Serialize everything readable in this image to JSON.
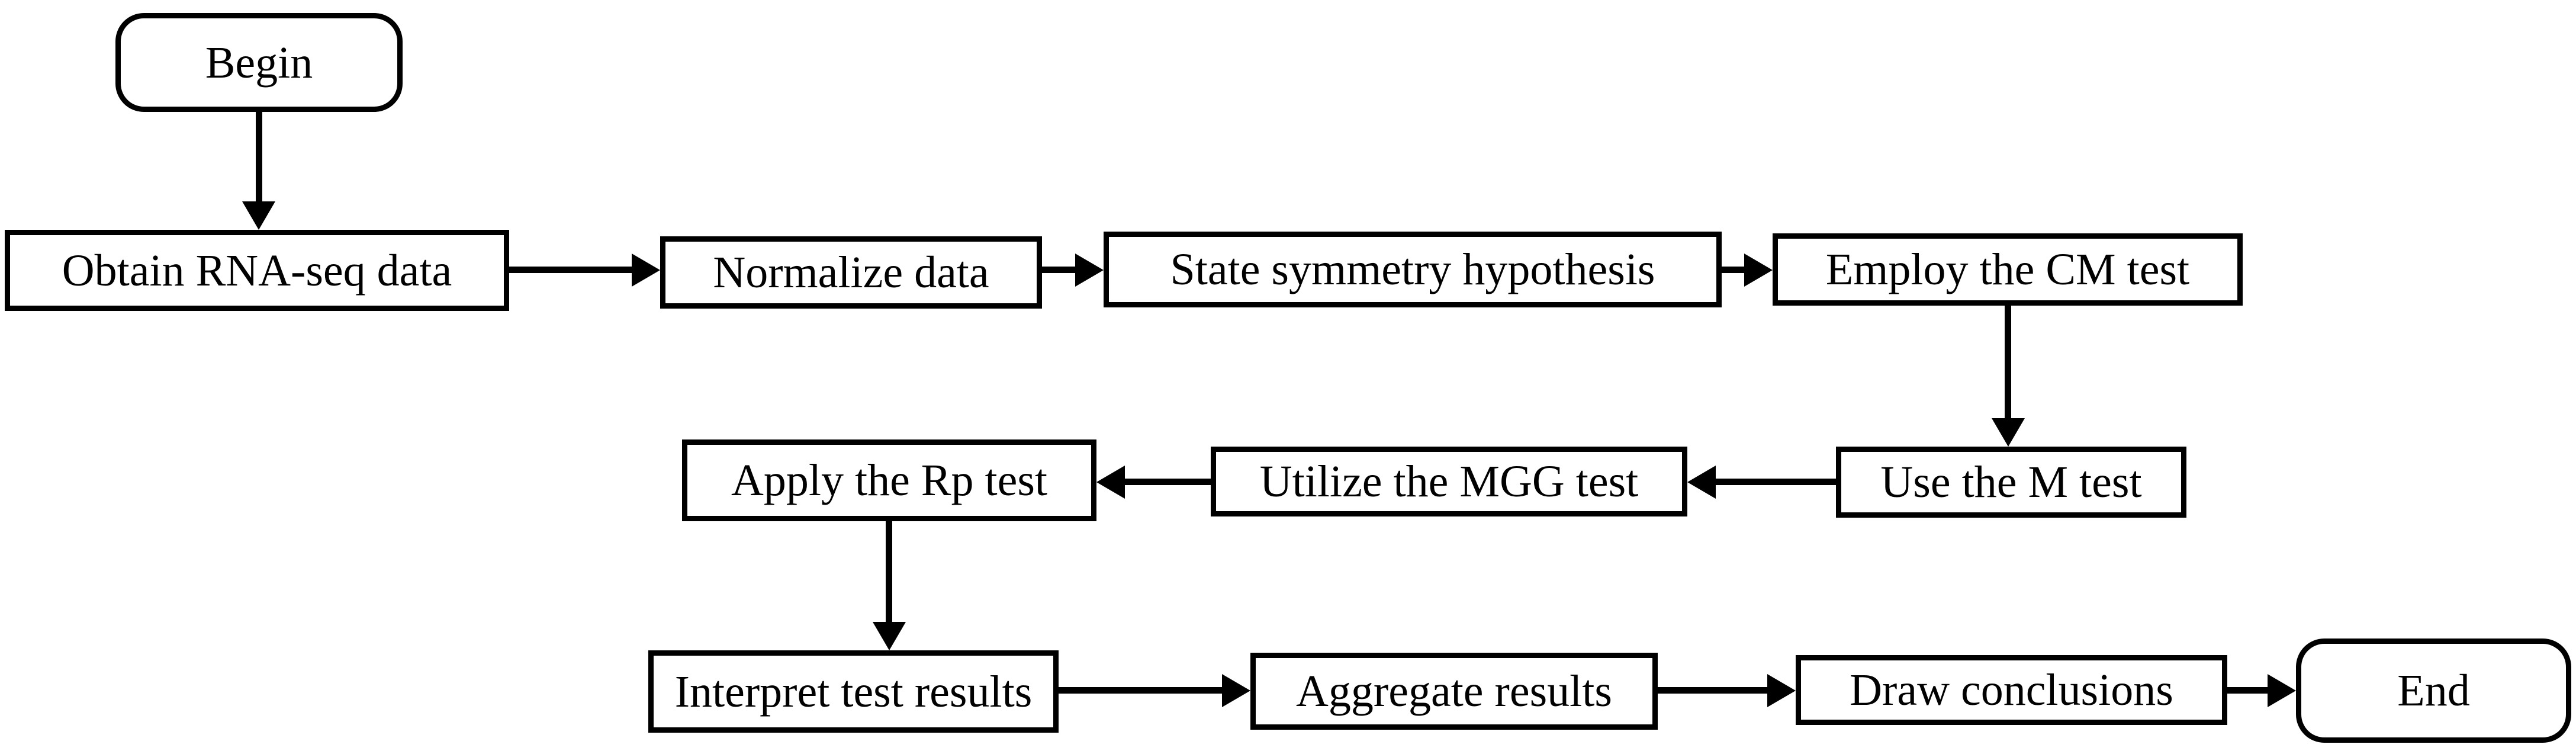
{
  "diagram": {
    "type": "flowchart",
    "colors": {
      "background": "#ffffff",
      "node_fill": "#ffffff",
      "stroke": "#000000",
      "text": "#000000"
    },
    "nodes": {
      "begin": {
        "label": "Begin",
        "shape": "rounded"
      },
      "obtain_data": {
        "label": "Obtain RNA-seq data",
        "shape": "rect"
      },
      "normalize": {
        "label": "Normalize data",
        "shape": "rect"
      },
      "hypothesis": {
        "label": "State symmetry hypothesis",
        "shape": "rect"
      },
      "cm_test": {
        "label": "Employ the CM test",
        "shape": "rect"
      },
      "m_test": {
        "label": "Use the M test",
        "shape": "rect"
      },
      "mgg_test": {
        "label": "Utilize the MGG test",
        "shape": "rect"
      },
      "rp_test": {
        "label": "Apply the Rp test",
        "shape": "rect"
      },
      "interpret": {
        "label": "Interpret test results",
        "shape": "rect"
      },
      "aggregate": {
        "label": "Aggregate results",
        "shape": "rect"
      },
      "conclusions": {
        "label": "Draw conclusions",
        "shape": "rect"
      },
      "end": {
        "label": "End",
        "shape": "rounded"
      }
    },
    "edges": [
      {
        "from": "begin",
        "to": "obtain_data",
        "direction": "down"
      },
      {
        "from": "obtain_data",
        "to": "normalize",
        "direction": "right"
      },
      {
        "from": "normalize",
        "to": "hypothesis",
        "direction": "right"
      },
      {
        "from": "hypothesis",
        "to": "cm_test",
        "direction": "right"
      },
      {
        "from": "cm_test",
        "to": "m_test",
        "direction": "down"
      },
      {
        "from": "m_test",
        "to": "mgg_test",
        "direction": "left"
      },
      {
        "from": "mgg_test",
        "to": "rp_test",
        "direction": "left"
      },
      {
        "from": "rp_test",
        "to": "interpret",
        "direction": "down"
      },
      {
        "from": "interpret",
        "to": "aggregate",
        "direction": "right"
      },
      {
        "from": "aggregate",
        "to": "conclusions",
        "direction": "right"
      },
      {
        "from": "conclusions",
        "to": "end",
        "direction": "right"
      }
    ]
  }
}
